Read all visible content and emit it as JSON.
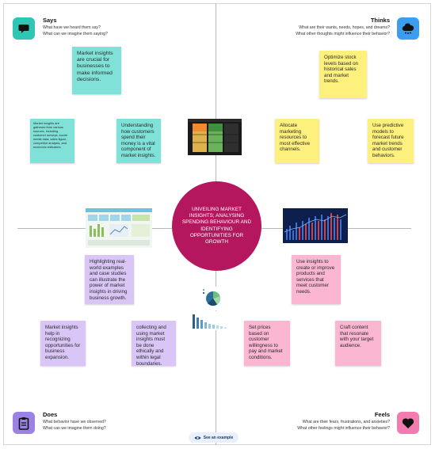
{
  "quadrants": {
    "says": {
      "title": "Says",
      "line1": "What have we heard them say?",
      "line2": "What can we imagine them saying?",
      "icon": "speech-bubble-icon",
      "color": "#2fc7b3"
    },
    "thinks": {
      "title": "Thinks",
      "line1": "What are their wants, needs, hopes, and dreams?",
      "line2": "What other thoughts might influence their behavior?",
      "icon": "thought-cloud-icon",
      "color": "#3b9cf0"
    },
    "does": {
      "title": "Does",
      "line1": "What behavior have we observed?",
      "line2": "What can we imagine them doing?",
      "icon": "clipboard-icon",
      "color": "#9b83e6"
    },
    "feels": {
      "title": "Feels",
      "line1": "What are their fears, frustrations, and anxieties?",
      "line2": "What other feelings might influence their behavior?",
      "icon": "heart-icon",
      "color": "#f27bb0"
    }
  },
  "center_text": "UNVEILING MARKET INSIGHTS; ANALYSING SPENDING BEHAVIOUR AND IDENTIFYING OPPORTUNITIES FOR GROWTH",
  "notes": {
    "says": [
      "Market insights are crucial for businesses to make informed decisions.",
      "Market insights are gathered from various sources, including customer surveys, social media data, sales figure, competitor analysis, and economic indicators.",
      "Understanding how customers spend their money is a vital component of market insights."
    ],
    "thinks": [
      "Optimize stock levels based on historical sales and market trends.",
      "Allocate marketing resources to most effective channels.",
      "Use predictive models to forecast future market trends and customer behaviors."
    ],
    "does": [
      "Highlighting  real-world examples and case studies can illustrate the power of market insights in driving business growth.",
      "Market insights help in recognizing opportunities for business expansion.",
      "collecting and using market insights must be done ethically and within legal boundaries."
    ],
    "feels": [
      "Use insights to create or improve products and services that meet customer needs.",
      "Set prices based on customer willingness to pay and market conditions.",
      "Craft content that  resonate with your target audience."
    ]
  },
  "footer": {
    "example_label": "See an example",
    "example_icon": "eye-icon"
  },
  "colors": {
    "teal_note": "#7fe1d7",
    "yellow_note": "#fdf07c",
    "lavender_note": "#d9c6f7",
    "pink_note": "#fbb6d1",
    "center": "#b5175f"
  }
}
